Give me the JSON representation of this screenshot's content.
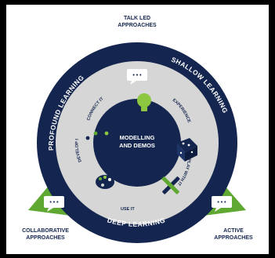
{
  "diagram": {
    "title": "",
    "center_label_line1": "MODELLING",
    "center_label_line2": "AND DEMOS",
    "ring_outer_labels": {
      "top_right": "SHALLOW LEARNING",
      "bottom": "DEEP LEARNING",
      "left": "PROFOUND LEARNING"
    },
    "ring_inner_labels": {
      "connect": "CONNECT IT",
      "experience": "EXPERIENCE IT",
      "play": "PLAY WITH IT",
      "use": "USE IT",
      "develop": "DEVELOP IT"
    },
    "corners": {
      "top_line1": "TALK LED",
      "top_line2": "APPROACHES",
      "left_line1": "COLLABORATIVE",
      "left_line2": "APPROACHES",
      "right_line1": "ACTIVE",
      "right_line2": "APPROACHES"
    },
    "speech_bubble_text": "• • •",
    "colors": {
      "navy": "#14264f",
      "ring_gray": "#d6d6d6",
      "green": "#5fa832",
      "light_green": "#8dc63f",
      "white": "#ffffff"
    },
    "icons": [
      "lightbulb-icon",
      "dice-icon",
      "tools-icon",
      "palette-icon",
      "dots-icon",
      "speech-bubble-icon"
    ]
  }
}
